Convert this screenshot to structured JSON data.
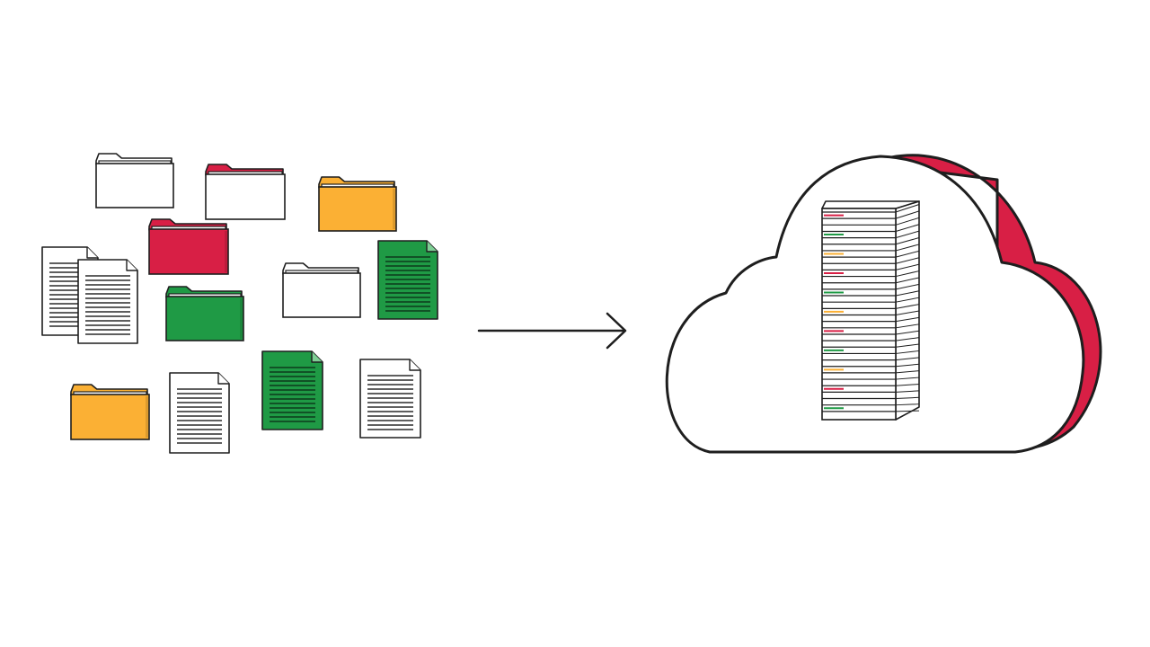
{
  "colors": {
    "background": "#ffffff",
    "outline": "#1e1e1e",
    "red": "#d81f45",
    "yellow": "#fbb034",
    "green": "#1f9a45",
    "white": "#ffffff"
  },
  "files": [
    {
      "kind": "folder",
      "color": "white"
    },
    {
      "kind": "folder",
      "color": "red-tab"
    },
    {
      "kind": "folder",
      "color": "yellow"
    },
    {
      "kind": "folder",
      "color": "red"
    },
    {
      "kind": "document",
      "color": "white"
    },
    {
      "kind": "document",
      "color": "white"
    },
    {
      "kind": "folder",
      "color": "white"
    },
    {
      "kind": "document",
      "color": "green"
    },
    {
      "kind": "folder",
      "color": "green"
    },
    {
      "kind": "folder",
      "color": "yellow"
    },
    {
      "kind": "document",
      "color": "white"
    },
    {
      "kind": "document",
      "color": "green"
    },
    {
      "kind": "document",
      "color": "white"
    }
  ],
  "arrow": {
    "icon": "arrow-right-icon"
  },
  "cloud": {
    "icon": "cloud-icon",
    "accent": "red"
  },
  "stack": {
    "icon": "document-stack-icon",
    "sheet_count": 32,
    "accent_colors": [
      "#d81f45",
      "#1f9a45",
      "#fbb034"
    ]
  }
}
